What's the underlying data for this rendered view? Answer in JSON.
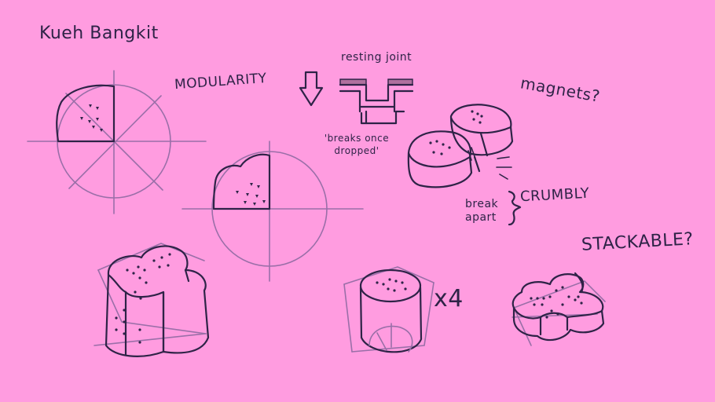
{
  "labels": {
    "title": "Kueh Bangkit",
    "modularity": "MODULARITY",
    "resting_joint": "resting joint",
    "breaks_once_dropped": "'breaks once dropped'",
    "magnets": "magnets?",
    "break_apart": "break apart",
    "crumbly": "CRUMBLY",
    "stackable": "STACKABLE?",
    "times_four": "x4"
  },
  "colors": {
    "background": "#ff9ce0",
    "ink": "#2e2347",
    "guide": "#9a6fa8"
  }
}
